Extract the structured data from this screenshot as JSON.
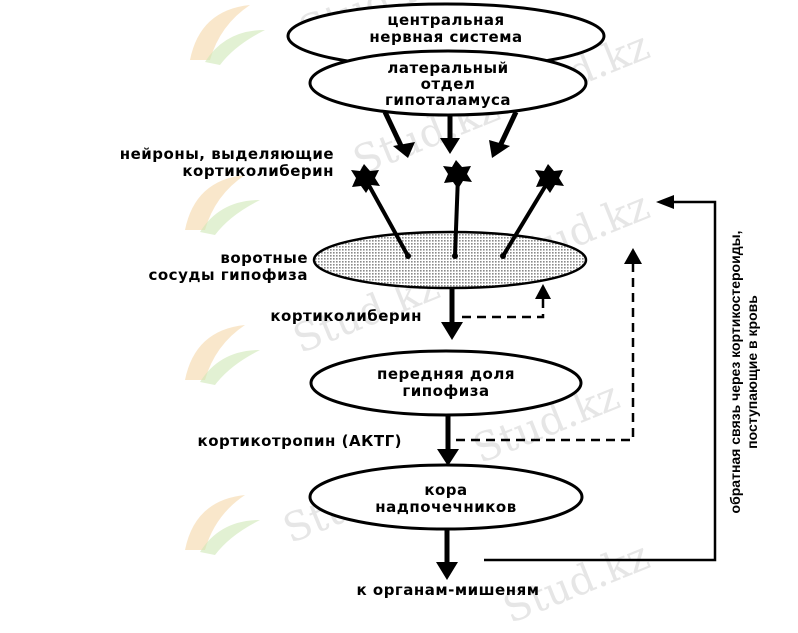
{
  "watermark": "Stud.kz",
  "nodes": {
    "cns": "центральная\nнервная система",
    "hypothalamus": "латеральный\nотдел\nгипоталамуса",
    "portal_vessels": "воротные\nсосуды гипофиза",
    "anterior_pituitary": "передняя доля\nгипофиза",
    "adrenal_cortex": "кора\nнадпочечников"
  },
  "labels": {
    "neurons": "нейроны, выделяющие\nкортиколиберин",
    "corticoliberin": "кортиколиберин",
    "acth": "кортикотропин (АКТГ)",
    "targets": "к органам-мишеням",
    "feedback": "обратная связь через кортикостероиды,\nпоступающие в кровь"
  },
  "colors": {
    "line": "#000000",
    "hatch": "#8a8a8a",
    "watermark": "#e6e6e6",
    "logo_orange": "#f5d7a8",
    "logo_green": "#cfe8b5"
  }
}
